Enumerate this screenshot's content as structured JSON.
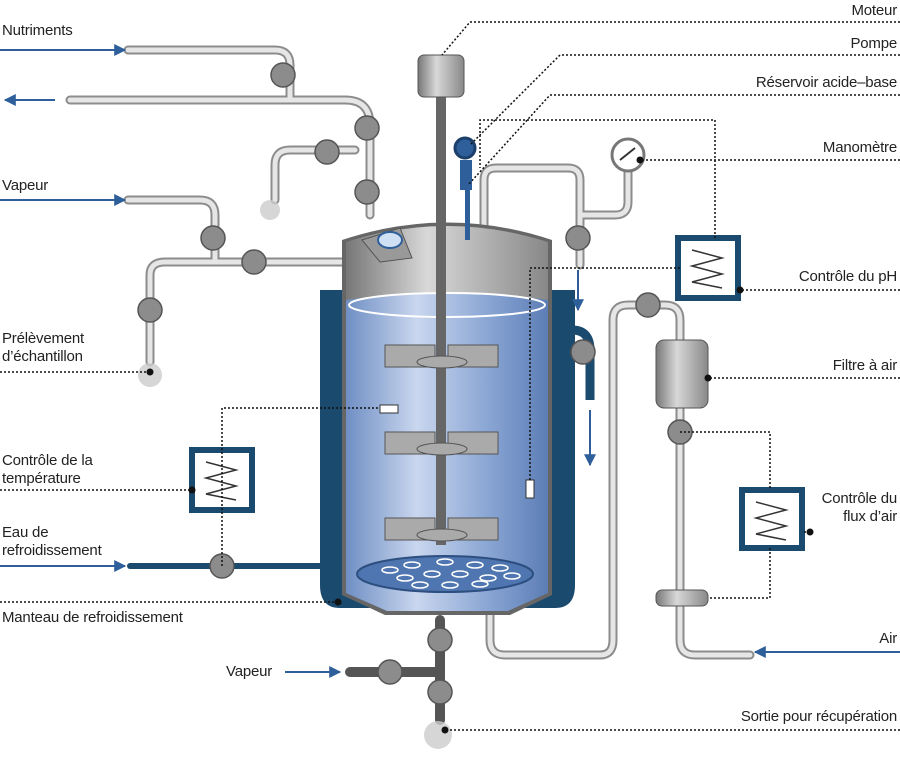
{
  "labels": {
    "nutriments": "Nutriments",
    "vapeur_top": "Vapeur",
    "prelevement_1": "Prélèvement",
    "prelevement_2": "d’échantillon",
    "temperature_1": "Contrôle de la",
    "temperature_2": "température",
    "eau_1": "Eau de",
    "eau_2": "refroidissement",
    "manteau": "Manteau de refroidissement",
    "vapeur_bottom": "Vapeur",
    "moteur": "Moteur",
    "pompe": "Pompe",
    "reservoir": "Réservoir acide–base",
    "manometre": "Manomètre",
    "controle_ph": "Contrôle du pH",
    "filtre": "Filtre à air",
    "flux_1": "Contrôle du",
    "flux_2": "flux d’air",
    "air": "Air",
    "sortie": "Sortie pour récupération"
  },
  "colors": {
    "jacket": "#1b4a6f",
    "liquid": "#7f9fcf",
    "arrow": "#2e5f9a",
    "pipe": "#e4e4e4",
    "metal": "#8c8c8c"
  }
}
